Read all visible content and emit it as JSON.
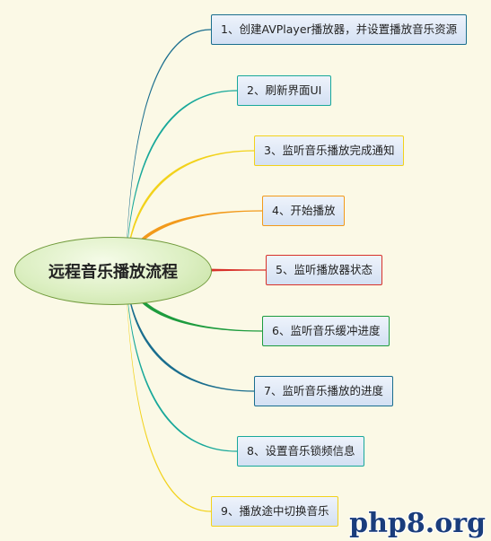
{
  "root": {
    "label": "远程音乐播放流程"
  },
  "branches": [
    {
      "label": "1、创建AVPlayer播放器，并设置播放音乐资源",
      "color": "#1a6e8e"
    },
    {
      "label": "2、刷新界面UI",
      "color": "#18a89a"
    },
    {
      "label": "3、监听音乐播放完成通知",
      "color": "#f2d21b"
    },
    {
      "label": "4、开始播放",
      "color": "#f29a1b"
    },
    {
      "label": "5、监听播放器状态",
      "color": "#d8322a"
    },
    {
      "label": "6、监听音乐缓冲进度",
      "color": "#1d9c3e"
    },
    {
      "label": "7、监听音乐播放的进度",
      "color": "#1a6e8e"
    },
    {
      "label": "8、设置音乐锁频信息",
      "color": "#18a89a"
    },
    {
      "label": "9、播放途中切换音乐",
      "color": "#f2d21b"
    }
  ],
  "watermark": "php8.org"
}
